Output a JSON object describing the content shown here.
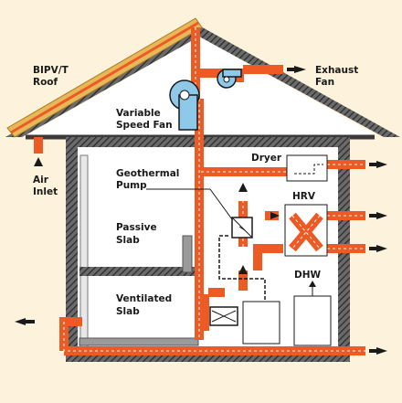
{
  "labels": {
    "roof_line1": "BIPV/T",
    "roof_line2": "Roof",
    "air_inlet_line1": "Air",
    "air_inlet_line2": "Inlet",
    "fan_line1": "Variable",
    "fan_line2": "Speed Fan",
    "exhaust_line1": "Exhaust",
    "exhaust_line2": "Fan",
    "dryer": "Dryer",
    "geo_line1": "Geothermal",
    "geo_line2": "Pump",
    "hrv": "HRV",
    "passive_line1": "Passive",
    "passive_line2": "Slab",
    "dhw": "DHW",
    "vent_line1": "Ventilated",
    "vent_line2": "Slab"
  },
  "colors": {
    "background": "#fdf3dc",
    "duct": "#ee5a24",
    "wall": "#3a3a3a",
    "roof_panel": "#e7b85a",
    "attic": "#ffffff",
    "room": "#ffffff",
    "fan": "#8ec9ea"
  }
}
